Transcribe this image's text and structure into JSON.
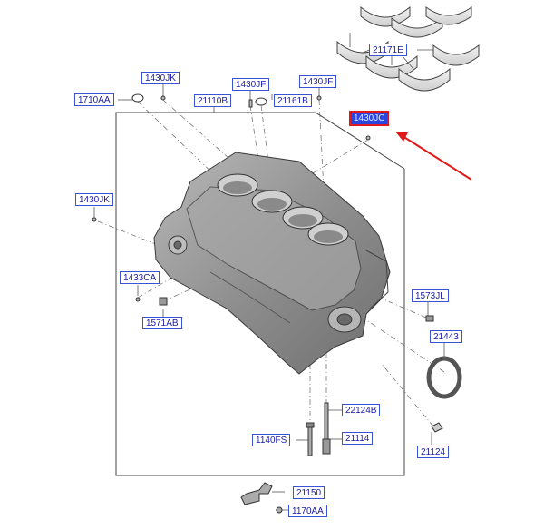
{
  "colors": {
    "label_text": "#1a1aa8",
    "label_border": "#3a52d6",
    "highlight_fill": "#2b46e0",
    "highlight_border": "#e11818",
    "arrow": "#e11818",
    "line": "#555555",
    "part_gray": "#9a9a9a"
  },
  "labels": {
    "p21171E": "21171E",
    "p1430JK_top": "1430JK",
    "p1710AA": "1710AA",
    "p21110B": "21110B",
    "p1430JF_a": "1430JF",
    "p1430JF_b": "1430JF",
    "p21161B": "21161B",
    "p1430JC": "1430JC",
    "p1430JK_left": "1430JK",
    "p1433CA": "1433CA",
    "p1571AB": "1571AB",
    "p1573JL": "1573JL",
    "p21443": "21443",
    "p22124B": "22124B",
    "p1140FS": "1140FS",
    "p21114": "21114",
    "p21124": "21124",
    "p21150": "21150",
    "p1170AA": "1170AA"
  },
  "highlighted_part": "1430JC"
}
